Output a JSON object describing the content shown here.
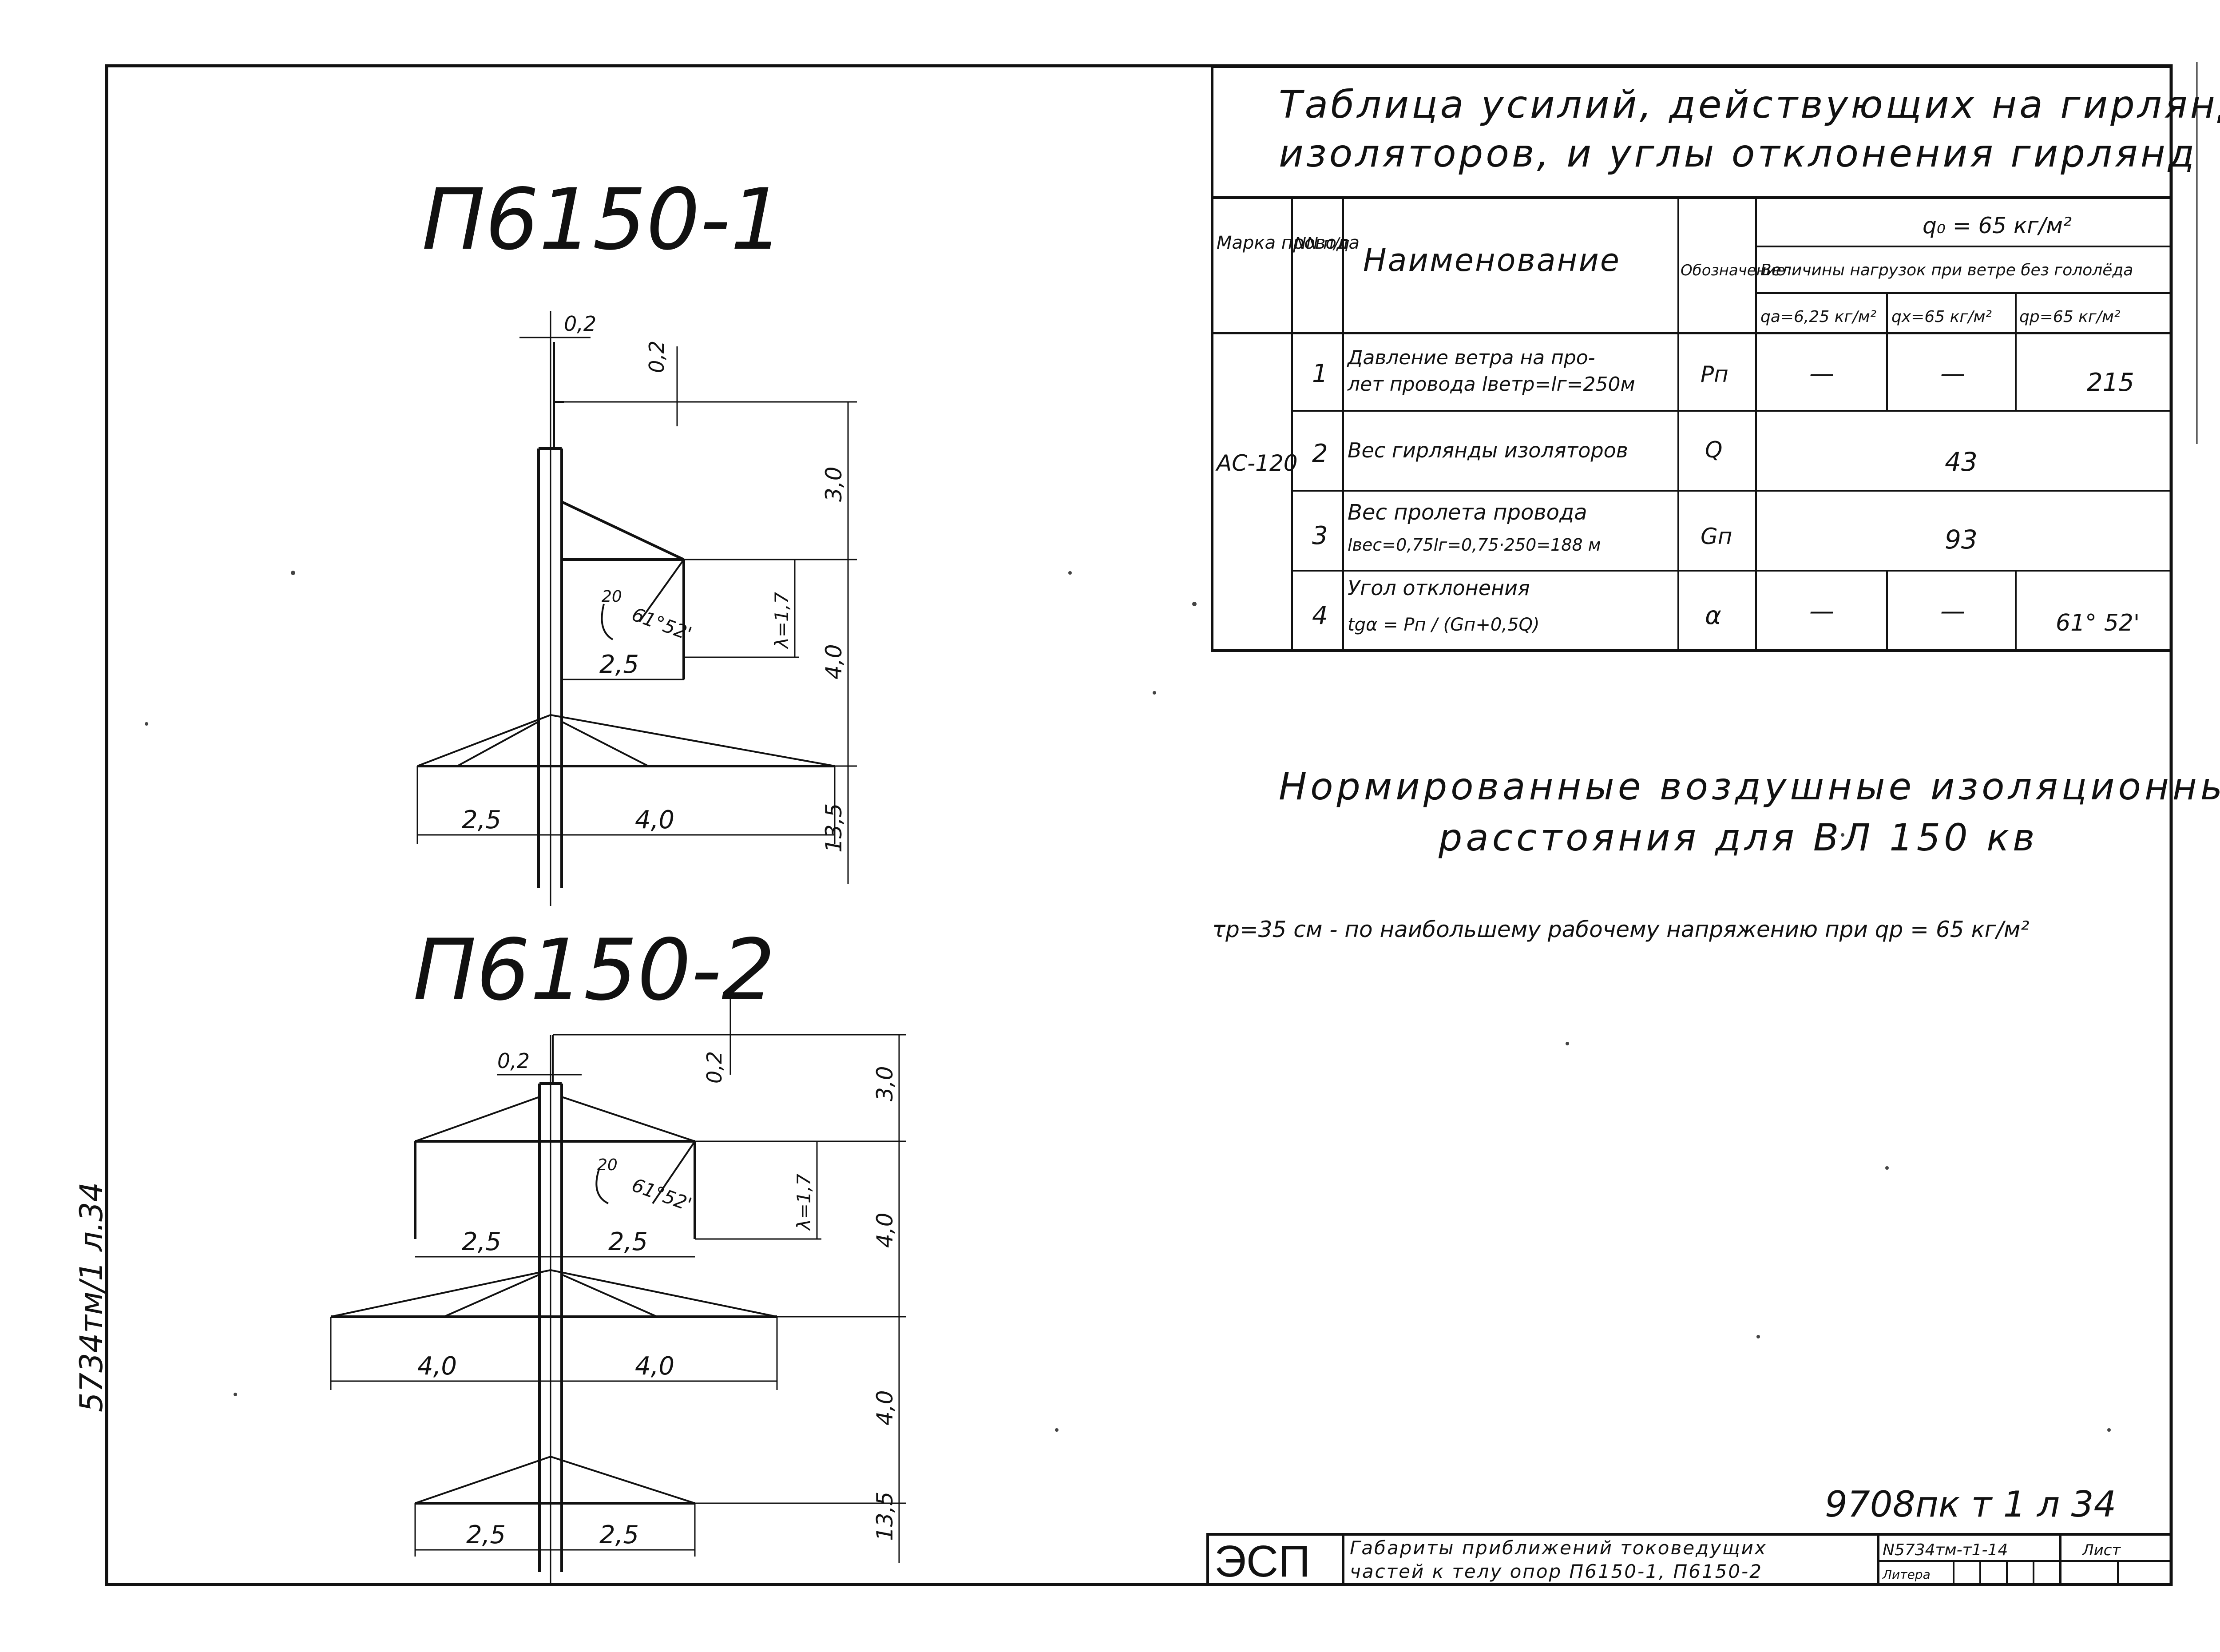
{
  "left_side_note": "5734тм/1 л.34",
  "towers": {
    "pb1": {
      "title": "П6150-1",
      "dims": {
        "top_small": "0,2",
        "top_small2": "0,2",
        "h1": "3,0",
        "h2": "4,0",
        "h3": "13,5",
        "lambda": "λ=1,7",
        "angle": "61°52'",
        "angle_small": "20",
        "arm_upper": "2,5",
        "arm_left": "2,5",
        "arm_right": "4,0"
      }
    },
    "pb2": {
      "title": "П6150-2",
      "dims": {
        "top_small": "0,2",
        "top_small2": "0,2",
        "h1": "3,0",
        "h2": "4,0",
        "h3": "4,0",
        "h4": "13,5",
        "lambda": "λ=1,7",
        "angle": "61°52'",
        "angle_small": "20",
        "arm1_left": "2,5",
        "arm1_right": "2,5",
        "arm2_left": "4,0",
        "arm2_right": "4,0",
        "arm3_left": "2,5",
        "arm3_right": "2,5"
      }
    }
  },
  "table": {
    "title_line1": "Таблица усилий, действующих на гирлянду",
    "title_line2": "изоляторов, и углы отклонения гирлянд",
    "headers": {
      "col_mark": "Марка провода",
      "col_nn": "NN п/п",
      "col_name": "Наименование",
      "col_desig": "Обозначение",
      "q0": "q₀ = 65 кг/м²",
      "loads": "Величины нагрузок при ветре без гололёда",
      "qa": "qa=6,25 кг/м²",
      "qx": "qx=65 кг/м²",
      "qp": "qp=65 кг/м²"
    },
    "mark_value": "АС-120",
    "rows": [
      {
        "n": "1",
        "name1": "Давление ветра на про-",
        "name2": "лет провода lветр=lг=250м",
        "desig": "Pп",
        "qa": "—",
        "qx": "—",
        "qp": "215"
      },
      {
        "n": "2",
        "name1": "Вес гирлянды изоляторов",
        "name2": "",
        "desig": "Q",
        "merged": "43"
      },
      {
        "n": "3",
        "name1": "Вес пролета провода",
        "name2": "lвес=0,75lг=0,75·250=188 м",
        "desig": "Gп",
        "merged": "93"
      },
      {
        "n": "4",
        "name1": "Угол отклонения",
        "name2": "tgα = Pп / (Gп+0,5Q)",
        "desig": "α",
        "qa": "—",
        "qx": "—",
        "qp": "61° 52'"
      }
    ]
  },
  "norm": {
    "line1": "Нормированные воздушные изоляционные",
    "line2": "расстояния для ВЛ 150 кв",
    "note": "τp=35 см - по наибольшему рабочему напряжению при qp = 65 кг/м²"
  },
  "stamp": {
    "sheet_ref": "9708пк т 1 л 34",
    "org": "ЭСП",
    "title1": "Габариты приближений токоведущих",
    "title2": "частей к телу опор П6150-1, П6150-2",
    "code": "N5734тм-т1-14",
    "sheet_label": "Лист",
    "litera": "Литера"
  }
}
